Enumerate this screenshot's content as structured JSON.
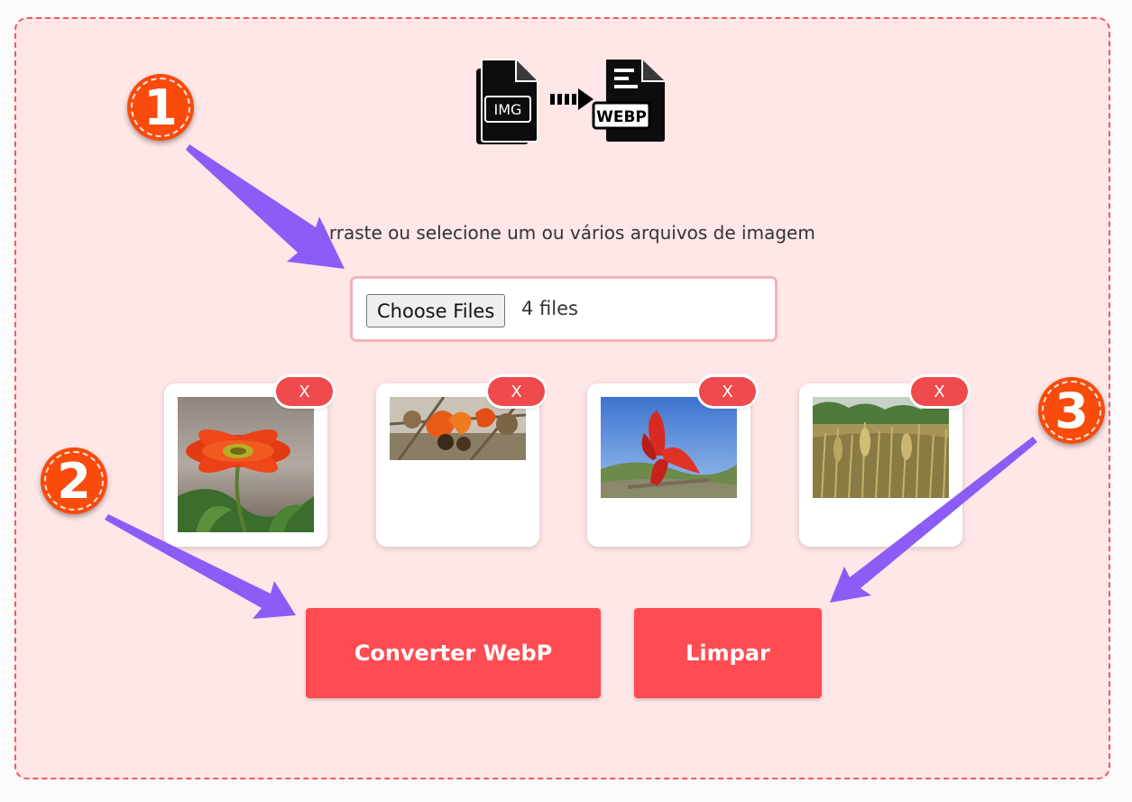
{
  "logo": {
    "source_label": "IMG",
    "target_label": "WEBP"
  },
  "uploader": {
    "instruction": "Arraste ou selecione um ou vários arquivos de imagem",
    "choose_label": "Choose Files",
    "file_count": "4 files"
  },
  "previews": [
    {
      "subject": "red gerbera flower",
      "remove_label": "X"
    },
    {
      "subject": "orange flowers on branches",
      "remove_label": "X"
    },
    {
      "subject": "red flower against blue sky",
      "remove_label": "X"
    },
    {
      "subject": "wheat field",
      "remove_label": "X"
    }
  ],
  "actions": {
    "convert_label": "Converter WebP",
    "clear_label": "Limpar"
  },
  "annotations": {
    "step1": "1",
    "step2": "2",
    "step3": "3"
  },
  "colors": {
    "panel_bg": "#ffe6e7",
    "accent": "#ff4b52",
    "badge": "#f84b0c",
    "arrow": "#8b5cf6"
  }
}
